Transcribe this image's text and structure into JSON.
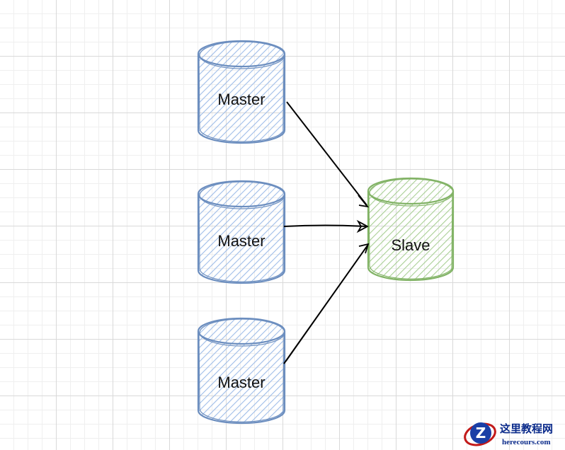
{
  "diagram": {
    "nodes": [
      {
        "id": "master-1",
        "label": "Master",
        "role": "master"
      },
      {
        "id": "master-2",
        "label": "Master",
        "role": "master"
      },
      {
        "id": "master-3",
        "label": "Master",
        "role": "master"
      },
      {
        "id": "slave",
        "label": "Slave",
        "role": "slave"
      }
    ],
    "edges": [
      {
        "from": "master-1",
        "to": "slave"
      },
      {
        "from": "master-2",
        "to": "slave"
      },
      {
        "from": "master-3",
        "to": "slave"
      }
    ],
    "colors": {
      "master_stroke": "#6c8ebf",
      "master_fill": "#dae8fc",
      "slave_stroke": "#82b366",
      "slave_fill": "#d5e8d4",
      "edge": "#000000"
    }
  },
  "watermark": {
    "logo_letter": "Z",
    "title": "这里教程网",
    "url": "herecours.com"
  }
}
